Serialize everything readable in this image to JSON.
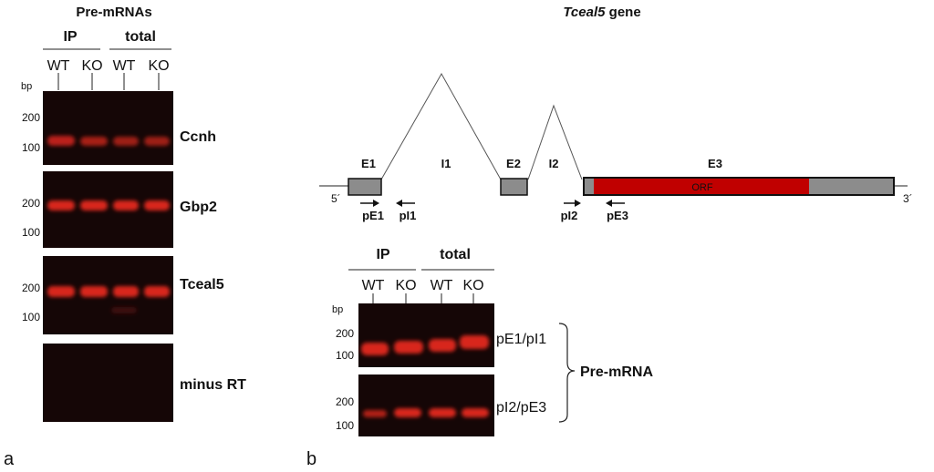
{
  "panel_a": {
    "letter": "a",
    "title": "Pre-mRNAs",
    "group_ip": "IP",
    "group_total": "total",
    "lanes": [
      "WT",
      "KO",
      "WT",
      "KO"
    ],
    "bp_label": "bp",
    "gels": [
      {
        "name": "Ccnh",
        "markers": [
          "200",
          "100"
        ]
      },
      {
        "name": "Gbp2",
        "markers": [
          "200",
          "100"
        ]
      },
      {
        "name": "Tceal5",
        "markers": [
          "200",
          "100"
        ]
      },
      {
        "name": "minus RT",
        "markers": []
      }
    ]
  },
  "panel_b": {
    "letter": "b",
    "gene_italic": "Tceal5",
    "gene_suffix": " gene",
    "exons": [
      "E1",
      "E2",
      "E3"
    ],
    "introns": [
      "I1",
      "I2"
    ],
    "orf_label": "ORF",
    "five_prime": "5´",
    "three_prime": "3´",
    "primers": [
      "pE1",
      "pI1",
      "pI2",
      "pE3"
    ],
    "group_ip": "IP",
    "group_total": "total",
    "lanes": [
      "WT",
      "KO",
      "WT",
      "KO"
    ],
    "bp_label": "bp",
    "gels": [
      {
        "name": "pE1/pI1",
        "markers": [
          "200",
          "100"
        ]
      },
      {
        "name": "pI2/pE3",
        "markers": [
          "200",
          "100"
        ]
      }
    ],
    "bracket_label": "Pre-mRNA"
  },
  "colors": {
    "gel_background": "#150606",
    "band": "#d8261c",
    "exon": "#8c8c8c",
    "orf": "#c00000"
  }
}
